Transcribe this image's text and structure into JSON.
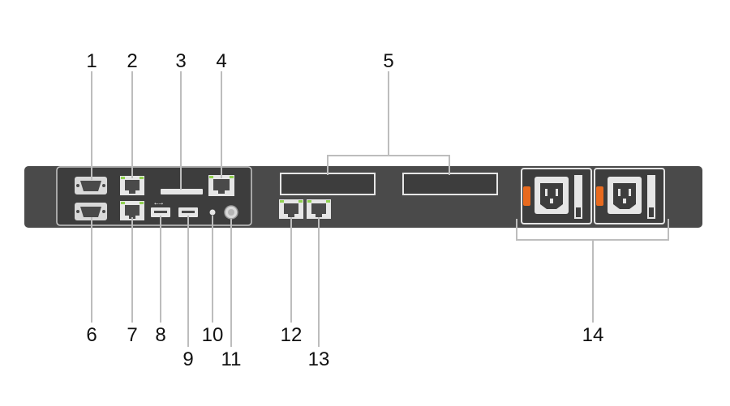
{
  "diagram": {
    "callouts": {
      "c1": "1",
      "c2": "2",
      "c3": "3",
      "c4": "4",
      "c5": "5",
      "c6": "6",
      "c7": "7",
      "c8": "8",
      "c9": "9",
      "c10": "10",
      "c11": "11",
      "c12": "12",
      "c13": "13",
      "c14": "14"
    },
    "colors": {
      "chassis": "#4a4a4a",
      "panel": "#3d3d3d",
      "panel_outline": "#c8c8c8",
      "port_face": "#e6e6e6",
      "port_led": "#8fd14f",
      "psu_handle": "#e86a1e",
      "callout_line": "#bdbdbd",
      "label": "#111111"
    }
  }
}
